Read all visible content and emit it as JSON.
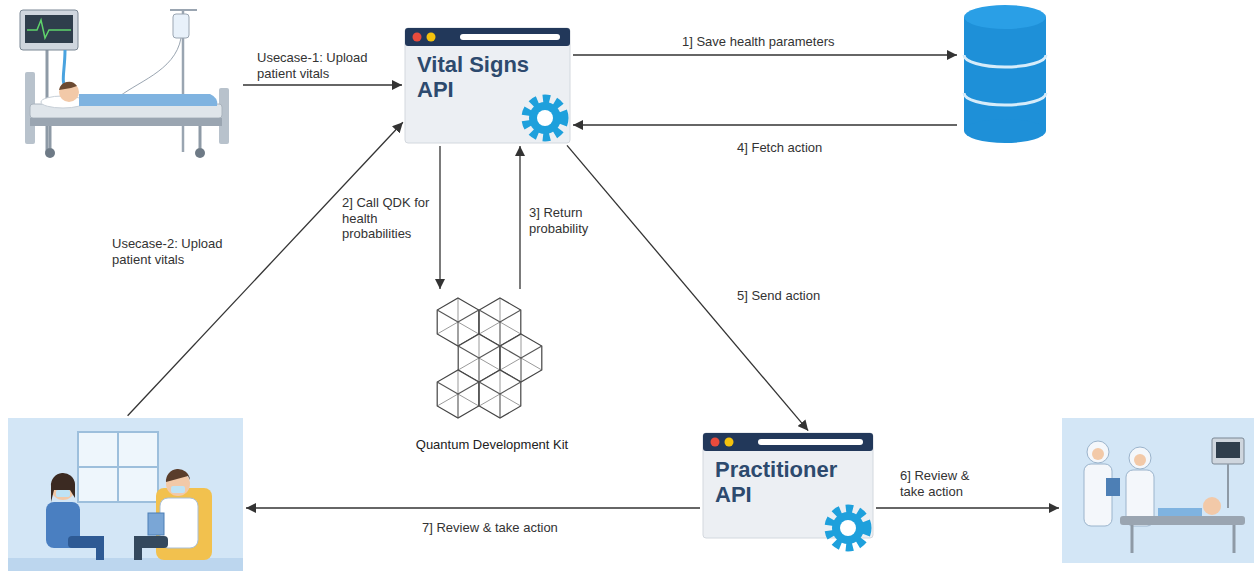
{
  "diagram": {
    "nodes": [
      {
        "text": []
      },
      {
        "text": [
          "Vital Signs API"
        ]
      },
      {
        "text": []
      },
      {
        "text": [
          "Quantum Development Kit"
        ]
      },
      {
        "text": []
      },
      {
        "text": [
          "Practitioner API"
        ]
      },
      {
        "text": []
      }
    ],
    "edges": [
      {
        "from": 0,
        "to": 1,
        "arrow": "to",
        "label": "Usecase-1: Upload patient vitals"
      },
      {
        "from": 1,
        "to": 2,
        "arrow": "to",
        "label": "1] Save health parameters"
      },
      {
        "from": 1,
        "to": 3,
        "arrow": "to",
        "label": "2] Call QDK for health probabilities"
      },
      {
        "from": 3,
        "to": 1,
        "arrow": "to",
        "label": "3] Return probability"
      },
      {
        "from": 2,
        "to": 1,
        "arrow": "to",
        "label": "4] Fetch action"
      },
      {
        "from": 1,
        "to": 5,
        "arrow": "to",
        "label": "5] Send action"
      },
      {
        "from": 5,
        "to": 6,
        "arrow": "to",
        "label": "6] Review & take action"
      },
      {
        "from": 5,
        "to": 4,
        "arrow": "to",
        "label": "7] Review & take action"
      },
      {
        "from": 4,
        "to": 1,
        "arrow": "to",
        "label": "Usecase-2: Upload patient vitals"
      }
    ]
  }
}
